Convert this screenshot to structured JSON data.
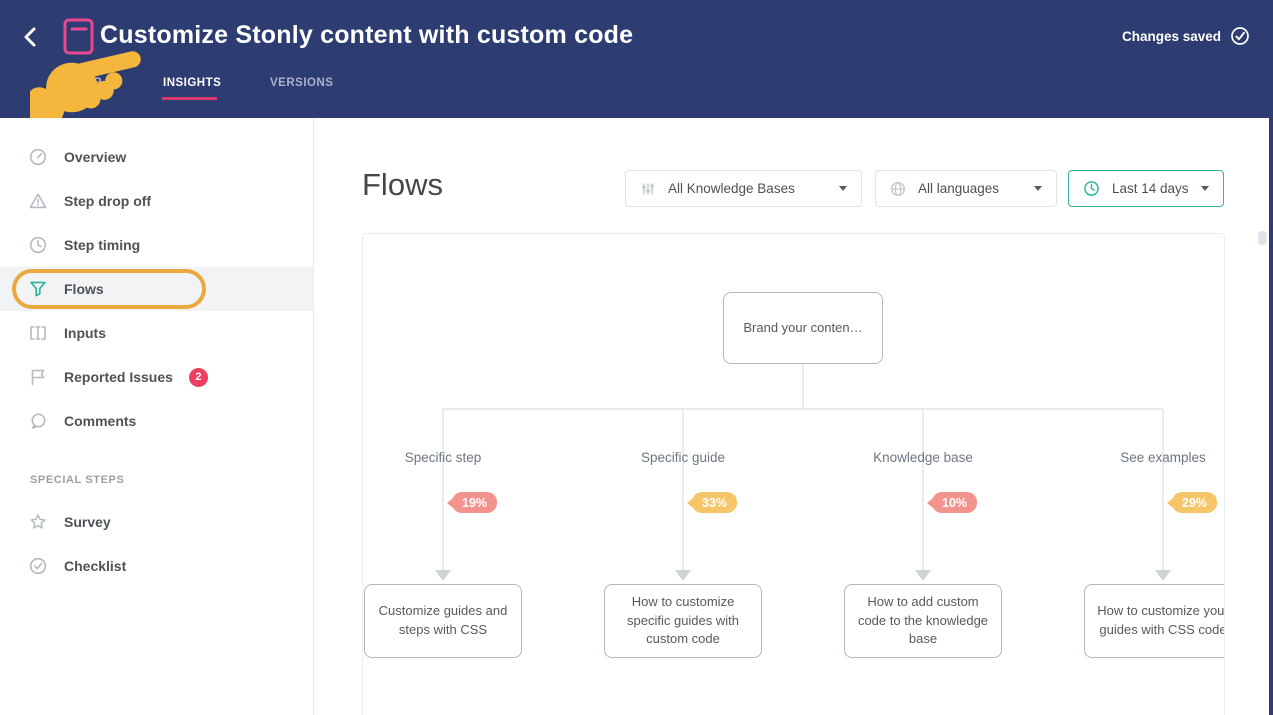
{
  "header": {
    "title": "Customize Stonly content with custom code",
    "status": "Changes saved",
    "tabs": [
      {
        "label": "EDITOR",
        "active": false
      },
      {
        "label": "INSIGHTS",
        "active": true
      },
      {
        "label": "VERSIONS",
        "active": false
      }
    ]
  },
  "sidebar": {
    "items": [
      {
        "label": "Overview",
        "icon": "gauge-icon"
      },
      {
        "label": "Step drop off",
        "icon": "warning-triangle-icon"
      },
      {
        "label": "Step timing",
        "icon": "clock-icon"
      },
      {
        "label": "Flows",
        "icon": "funnel-icon",
        "active": true
      },
      {
        "label": "Inputs",
        "icon": "input-brackets-icon"
      },
      {
        "label": "Reported Issues",
        "icon": "flag-icon",
        "badge": "2"
      },
      {
        "label": "Comments",
        "icon": "speech-bubble-icon"
      }
    ],
    "section_label": "SPECIAL STEPS",
    "special_items": [
      {
        "label": "Survey",
        "icon": "star-icon"
      },
      {
        "label": "Checklist",
        "icon": "circle-check-icon"
      }
    ]
  },
  "main": {
    "heading": "Flows",
    "filters": [
      {
        "label": "All Knowledge Bases",
        "icon": "sliders-icon"
      },
      {
        "label": "All languages",
        "icon": "globe-icon"
      },
      {
        "label": "Last 14 days",
        "icon": "clock-icon",
        "accent": true
      }
    ]
  },
  "flow": {
    "root_label": "Brand your conten…",
    "branches": [
      {
        "label": "Specific step",
        "percent": "19%",
        "badge_color": "#f2938e",
        "target": "Customize guides and steps with CSS"
      },
      {
        "label": "Specific guide",
        "percent": "33%",
        "badge_color": "#f6c569",
        "target": "How to customize specific guides with custom code"
      },
      {
        "label": "Knowledge base",
        "percent": "10%",
        "badge_color": "#f2938e",
        "target": "How to add custom code to the knowledge base"
      },
      {
        "label": "See examples",
        "percent": "29%",
        "badge_color": "#f6c569",
        "target": "How to customize your guides with CSS code"
      }
    ]
  },
  "colors": {
    "header_bg": "#2e3d71",
    "accent_pink": "#d6376d",
    "doc_icon_pink": "#e8488f",
    "teal": "#35b59e",
    "annotation_orange": "#eba83d",
    "salmon_badge": "#f2938e",
    "amber_badge": "#f6c569",
    "count_badge_red": "#ee3f60",
    "active_row_bg": "#f1f3f5"
  }
}
